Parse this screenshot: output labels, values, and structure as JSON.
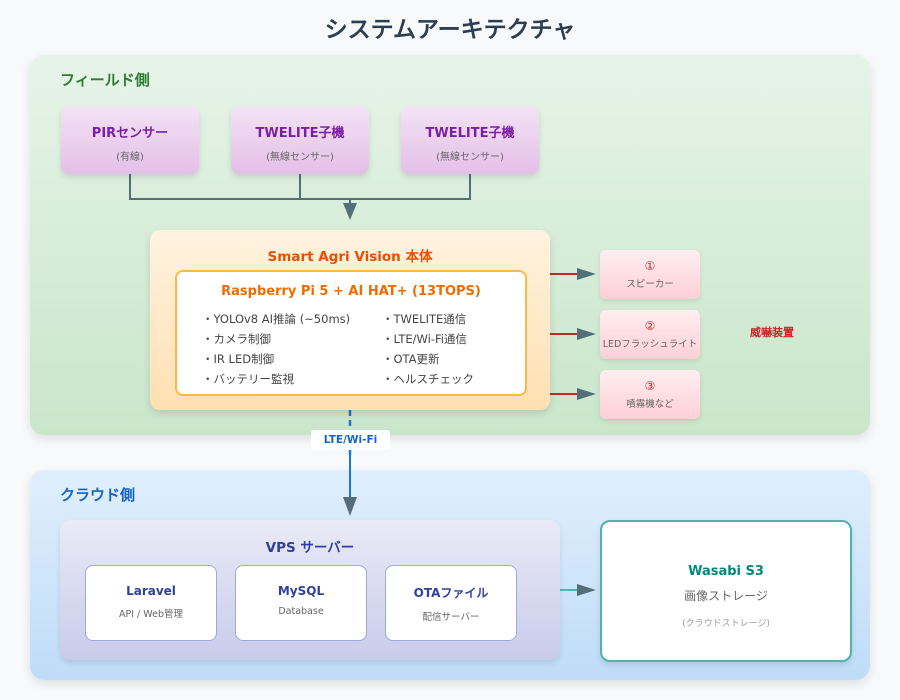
{
  "title": "システムアーキテクチャ",
  "field": {
    "label": "フィールド側",
    "sensors": [
      {
        "title": "PIRセンサー",
        "sub": "(有線)"
      },
      {
        "title": "TWELITE子機",
        "sub": "(無線センサー)"
      },
      {
        "title": "TWELITE子機",
        "sub": "(無線センサー)"
      }
    ],
    "main": {
      "title": "Smart Agri Vision 本体",
      "inner_title": "Raspberry Pi 5 + AI HAT+ (13TOPS)",
      "features_left": [
        "・YOLOv8 AI推論 (~50ms)",
        "・カメラ制御",
        "・IR LED制御",
        "・バッテリー監視"
      ],
      "features_right": [
        "・TWELITE通信",
        "・LTE/Wi-Fi通信",
        "・OTA更新",
        "・ヘルスチェック"
      ]
    },
    "threats": [
      {
        "num": "①",
        "label": "スピーカー"
      },
      {
        "num": "②",
        "label": "LEDフラッシュライト"
      },
      {
        "num": "③",
        "label": "噴霧機など"
      }
    ],
    "threat_group_label": "威嚇装置"
  },
  "link_label": "LTE/Wi-Fi",
  "cloud": {
    "label": "クラウド側",
    "vps": {
      "title": "VPS サーバー",
      "services": [
        {
          "title": "Laravel",
          "sub": "API / Web管理"
        },
        {
          "title": "MySQL",
          "sub": "Database"
        },
        {
          "title": "OTAファイル",
          "sub": "配信サーバー"
        }
      ]
    },
    "storage": {
      "title": "Wasabi S3",
      "sub": "画像ストレージ",
      "note": "(クラウドストレージ)"
    }
  }
}
